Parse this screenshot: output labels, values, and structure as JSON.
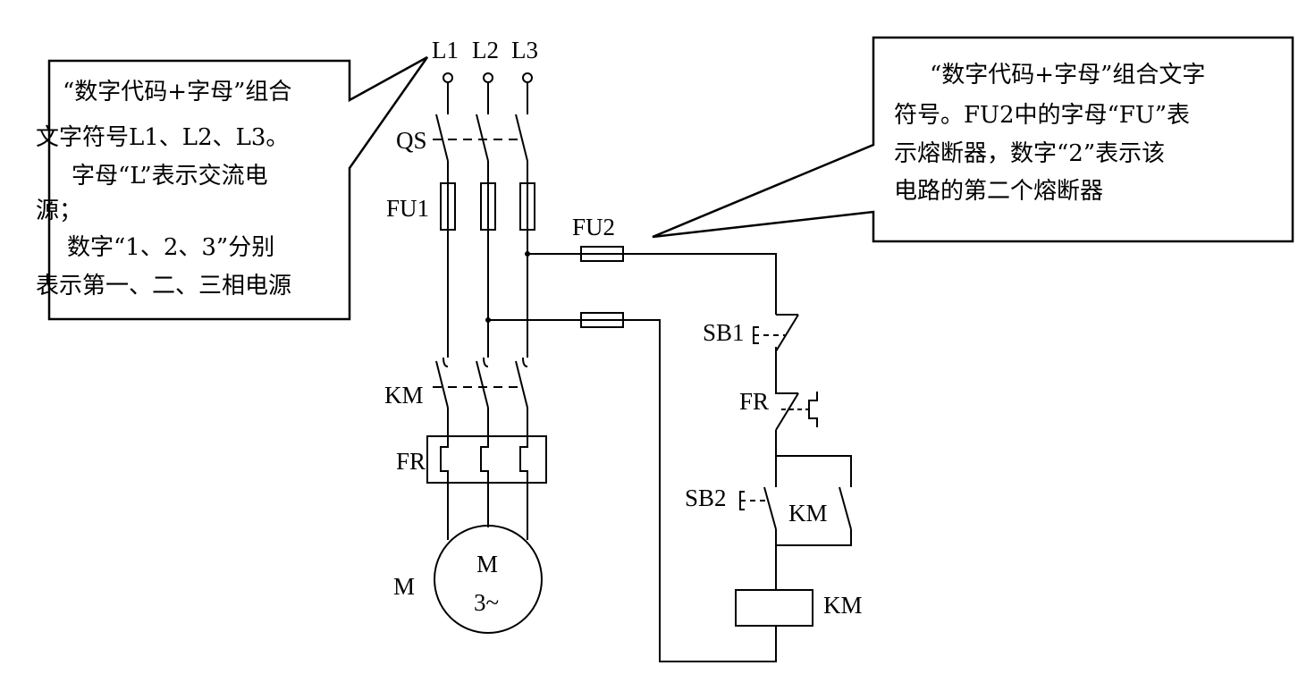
{
  "terminals": {
    "l1": "L1",
    "l2": "L2",
    "l3": "L3"
  },
  "labels": {
    "qs": "QS",
    "fu1": "FU1",
    "fu2": "FU2",
    "km_main": "KM",
    "fr_main": "FR",
    "motor_side": "M",
    "motor_name": "M",
    "motor_type": "3~",
    "sb1": "SB1",
    "fr_ctrl": "FR",
    "sb2": "SB2",
    "km_aux": "KM",
    "km_coil": "KM"
  },
  "callouts": {
    "left": {
      "lines": [
        "“数字代码+字母”组合",
        "文字符号L1、L2、L3。",
        "字母“L”表示交流电",
        "源；",
        "数字“1、2、3”分别",
        "表示第一、二、三相电源"
      ]
    },
    "right": {
      "lines": [
        "“数字代码+字母”组合文字",
        "符号。FU2中的字母“FU”表",
        "示熔断器，数字“2”表示该",
        "电路的第二个熔断器"
      ]
    }
  }
}
